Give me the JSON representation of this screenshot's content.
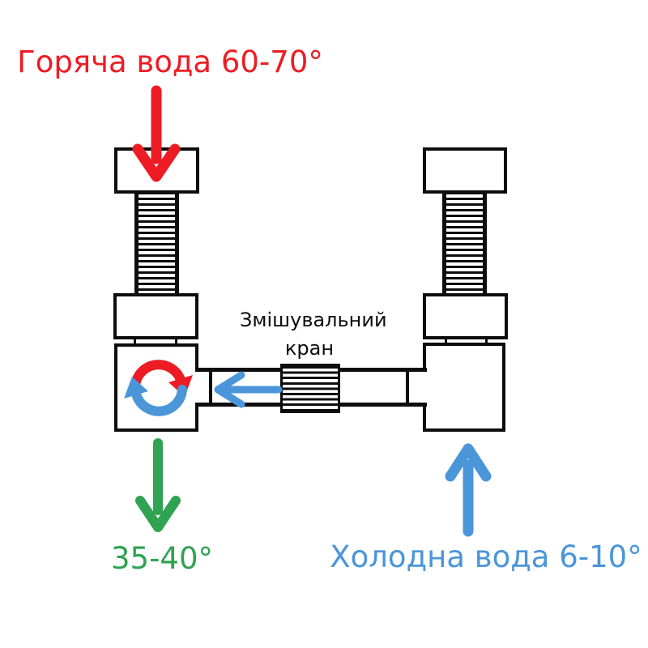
{
  "diagram": {
    "labels": {
      "hot_water": "Горяча вода 60-70°",
      "cold_water": "Холодна вода 6-10°",
      "mixed_water": "35-40°",
      "mixer_line1": "Змішувальний",
      "mixer_line2": "кран"
    },
    "colors": {
      "hot": "#ed1c24",
      "cold": "#4a96d9",
      "mixed": "#2fa351",
      "line": "#0d0d0d",
      "bg": "#ffffff"
    },
    "icons": {
      "hot_inflow": "arrow-down-icon",
      "cold_inflow": "arrow-up-icon",
      "mixed_outflow": "arrow-down-icon",
      "pipe_flow": "arrow-left-icon",
      "mixing": "sync-circular-arrows-icon"
    }
  }
}
